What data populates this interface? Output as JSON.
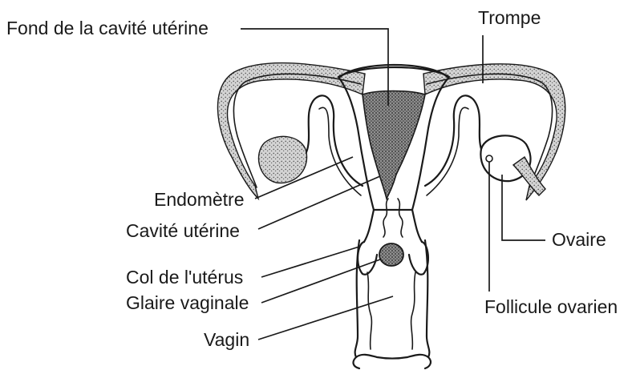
{
  "labels": {
    "fond": "Fond de la cavité utérine",
    "trompe": "Trompe",
    "endometre": "Endomètre",
    "cavite": "Cavité utérine",
    "ovaire": "Ovaire",
    "col": "Col de l'utérus",
    "glaire": "Glaire vaginale",
    "follicule": "Follicule ovarien",
    "vagin": "Vagin"
  }
}
